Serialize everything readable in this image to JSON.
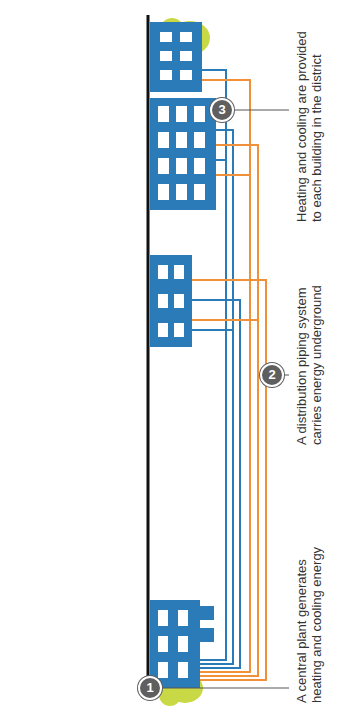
{
  "diagram": {
    "labels": [
      "1",
      "A central plant generates heating and cooling energy",
      "2",
      "A distribution piping system carries energy underground",
      "3",
      "Heating and cooling are provided to each building in the district"
    ]
  }
}
